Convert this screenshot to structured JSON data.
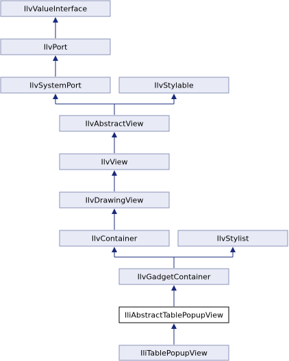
{
  "nodes": {
    "value_interface": "IlvValueInterface",
    "port": "IlvPort",
    "system_port": "IlvSystemPort",
    "stylable": "IlvStylable",
    "abstract_view": "IlvAbstractView",
    "view": "IlvView",
    "drawing_view": "IlvDrawingView",
    "container": "IlvContainer",
    "stylist": "IlvStylist",
    "gadget_container": "IlvGadgetContainer",
    "abstract_table_popup_view": "IliAbstractTablePopupView",
    "table_popup_view": "IliTablePopupView"
  },
  "colors": {
    "node_fill": "#e8ebf6",
    "node_border": "#8892b8",
    "current_border": "#000000",
    "edge": "#1a2a7a"
  }
}
